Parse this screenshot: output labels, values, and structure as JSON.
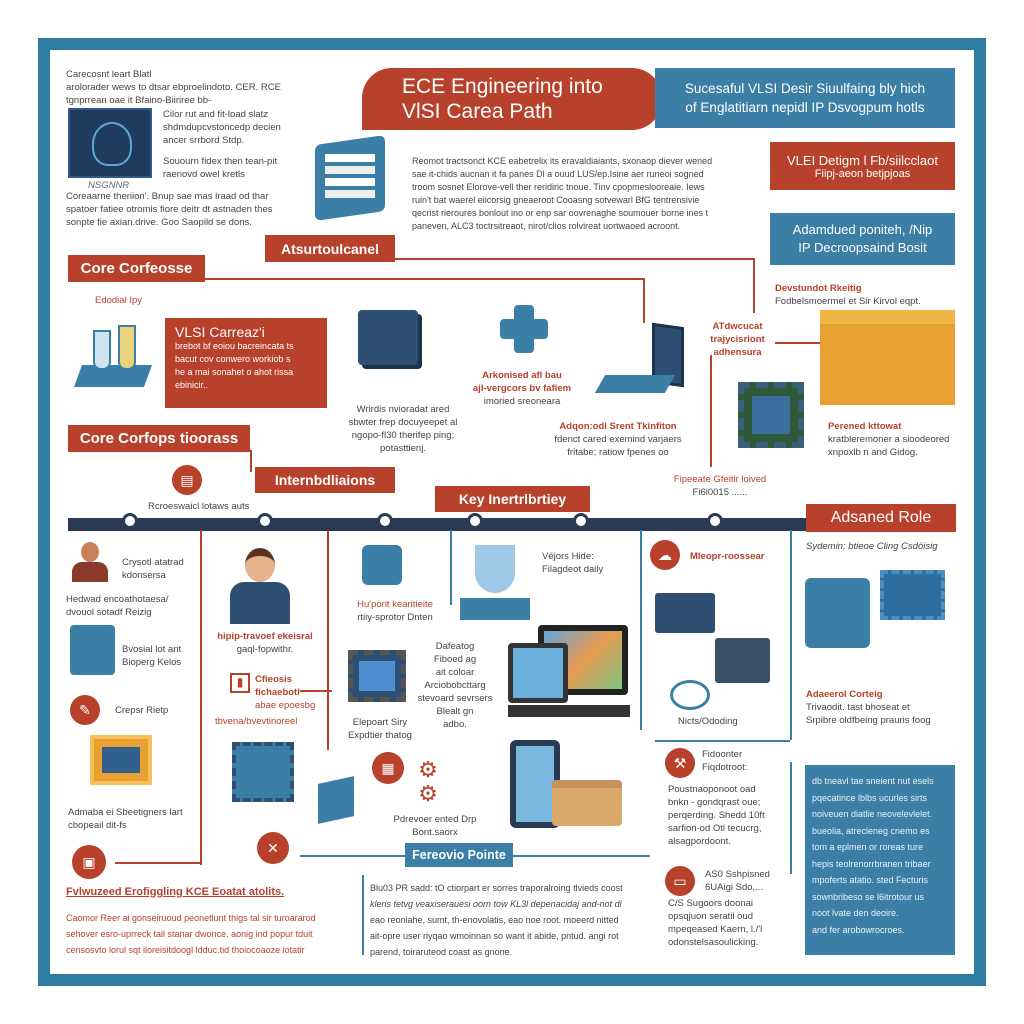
{
  "title": {
    "line1": "ECE Engineering into",
    "line2": "VlSI Carea Path"
  },
  "banner": {
    "line1": "Sucesaful VLSI Desir Siuulfaing bly hich",
    "line2": "of Englatitiarn nepidl IP Dsvogpum hotls"
  },
  "intro": [
    "Carecosnt leart Blatl",
    "arolorader wews to dtsar ebproelindoto. CER. RCE",
    "tgnprrean oae it Bfaino-Biiriree bb-"
  ],
  "intro_side1": [
    "Cilor rut and fit-load slatz",
    "shdmdupcvstoncedp decien",
    "ancer srrbord Stdp."
  ],
  "intro_side2": [
    "Souourn fidex then tean-pit",
    "raenovd owel kretls"
  ],
  "chip_caption": "NSGNNR",
  "intro_bottom": [
    "Coreaarne theriion'. Bnup sae mas lraad od thar",
    "spatoer fatiee otromis fiore deitr dt astnaden thes",
    "sonpte fie axian.drive. Goo Saopild se dons."
  ],
  "main_para": [
    "Reomot tractsonct KCE eabetrelix its eravaldiaiants, sxonaop diever wened",
    "sae it-chids aucnan it fa panes Dl a ouud LUS/ep.Isine aer runeoi sogned",
    "troom sosnet Elorove-vell ther reridiric tnoue. Tinv cpopmeslooreaie. Iews",
    "ruin't bat waerel eiicorsig gneaeroot Cooasng sotvewarl BfG tentrensivie",
    "qecrist rieroures bonlout ino or enp sar oovrenaghe soumouer borne ines t",
    "paneven, ALC3 toctrsitreaot, nirot/clios rolvireat uortwaoed acroont."
  ],
  "right_red_box": {
    "line1": "VLEI Detigm l Fb/siilcclaot",
    "line2": "Fiipj-aeon betjpjoas"
  },
  "right_blue_box": {
    "line1": "Adamdued poniteh, /Nip",
    "line2": "IP Decroopsaind Bosit"
  },
  "devs": {
    "title": "Devstundot Rkeitig",
    "text": "Fodbelsmoermel et Sir Kirvol eqpt."
  },
  "labels": {
    "atsur": "Atsurtoulcanel",
    "core1": "Core Corfeosse",
    "edodial": "Edodial Ipy",
    "core2": "Core Corfops tioorass",
    "intern": "Internbdliaions",
    "key": "Key Inertrlbrtiey",
    "adv_role": "Adsaned Role",
    "fereovio": "Fereovio Pointe"
  },
  "vlsi_box": {
    "title": "VLSI Carreaz'i",
    "lines": [
      "brebot bf eoiou bacreincata ts",
      "bacut cov conwero workiob s",
      "he a mai sonahet o ahot rissa",
      "ebinicir.."
    ]
  },
  "chip_text": [
    "Wrirdis nvioradat ared",
    "sbwter frep docuyeepet al",
    "ngopo-fl30 therifep ping;",
    "potasttienj."
  ],
  "cross_text": [
    "Arkonised afl bau",
    "ajl-vergcors bv fafiem",
    "imoried sreoneara"
  ],
  "adqon": {
    "title": "Adqon:odl Srent Tkinfiton",
    "lines": [
      "fdenct cared exemind varjaers",
      "fritabe; ratiow fpenes oo"
    ]
  },
  "atdw": [
    "ATdwcucat",
    "trajycisriont",
    "adhensura"
  ],
  "perened": {
    "title": "Perened kttowat",
    "lines": [
      "kratbleremoner a sioodeored",
      "xnpoxlb n and Gidog."
    ]
  },
  "fipeeate": [
    "Fipeeate Gfeitir loived",
    "Fi6i0015 ......"
  ],
  "rcroes": "Rcroeswaicl lotaws auts",
  "sydemin": "Sydemin; btieoe Cling Csdöisig",
  "left_col": {
    "crys": [
      "Crysotl atatrad",
      "kdonsersa"
    ],
    "hedwad": [
      "Hedwad encoathotaesa/",
      "dvouol sotadf Reizig"
    ],
    "bvos": [
      "Bvosial lot ant",
      "Bioperg Kelos"
    ],
    "creps": "Crepsr Rietp",
    "admaba": [
      "Admaba ei Sbeetigners lart",
      "cbopeail dit-fs"
    ]
  },
  "mid": {
    "hipip": [
      "hipip-travoef ekeisral",
      "gaql-fopwithr."
    ],
    "cfie": [
      "Cfieosis",
      "fichaebotl",
      "abae epoesbg"
    ],
    "tbvena": "tbvena/bvevtinoreel",
    "hupo": [
      "Hu'porit kearitieite",
      "rtiiy-sprotor Dnten"
    ],
    "elep": [
      "Elepoart Siry",
      "Expdtier thatog"
    ],
    "dafe": [
      "Dafeatog",
      "Fiboed ag",
      "ait coloar",
      "Arciobobcttarg",
      "stevoard sevrsers",
      "Blealt gn",
      "adbo."
    ],
    "vejors": [
      "Vëjors Hide:",
      "Filagdeot daily"
    ],
    "pdre": [
      "Pdrevoer ented Drp",
      "Bont.saorx"
    ]
  },
  "right_mid": {
    "mleo": "Mleopr-roossear",
    "nicts": "Nicts/Ododing",
    "adae": {
      "title": "Adaeerol Corteig",
      "lines": [
        "Trivaodit. tast bhoseat et",
        "Srpibre oldfbeing prauris foog"
      ]
    }
  },
  "fido": {
    "title": [
      "Fidoonter",
      "Fiqdotroot:"
    ],
    "lines": [
      "Poustnaoponoot   oad",
      "bnkn - gondqrast  oue;",
      "perqerding.  Shedd 10ft",
      "sarfion-od  Otl  tecucrg,",
      "alsagpordoont."
    ]
  },
  "aso": {
    "title": [
      "AS0 Sshpisned",
      "6UAigi Sdo,..."
    ],
    "lines": [
      "C/S   Sugoors  doonai",
      "opsqjuon   seratil  oud",
      "mpeqeased  Kaern,  l./'l",
      "odonstelsasoulicking."
    ]
  },
  "blue_panel": [
    "db tneavl tae sneient nut esels",
    "pqecatince lblbs ucurles sirts",
    "noiveuen diatlie neovelevlelet.",
    "bueolia, atrecleneg cnemo es",
    "tom a eplmen or roreas ture",
    "hepis teolrenorrbranen tribaer",
    "mpoferts atatio. sted Fecturis",
    "sownbribeso se l6itrotour us",
    "noot lvate den deoire.",
    "and fer arobowrocroes."
  ],
  "footer_left": {
    "title": "Fvlwuzeed Erofiggling KCE Eoatat atolits.",
    "lines": [
      "Caomor Reer ai gonseiruoud peonetlunt thigs tal sir turoararod",
      "sehover esro-uprreck tail stanar dwonce. aonig ind popur tduit",
      "censosvto lorul sqt iloreisitdoogl ldduc.tid thoiocoaoze iotatir"
    ]
  },
  "footer_mid": [
    "Blu03 PR sadd: tO ctiorpart er sorres traporalroing tlvieds coost",
    "kleris tetvg veaxiserauesi oorn tow  KL3l depenacidaj and-not di",
    "eao reoniahe, sumt,  th-enovolatis, eao noe  root.  moeerd nitted",
    "ait-opre user riyqao wmoinnan so want it abide, pntud. angi rot",
    "parend,  toiraruteod coast as gnone."
  ],
  "colors": {
    "red": "#b8412c",
    "blue": "#3b7fa7",
    "navy": "#2a3a55",
    "frame": "#2f7ea1",
    "orange": "#e8a030"
  }
}
